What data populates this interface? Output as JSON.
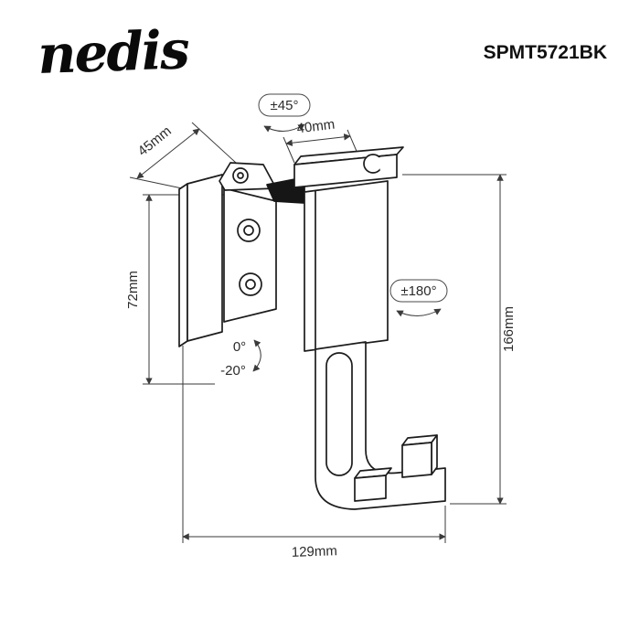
{
  "header": {
    "brand": "nedis",
    "product_code": "SPMT5721BK"
  },
  "drawing": {
    "labels": {
      "swivel_angle": "±45°",
      "hook_width": "40mm",
      "mount_depth": "45mm",
      "plate_height": "72mm",
      "rotation_angle": "±180°",
      "bracket_height": "166mm",
      "tilt_zero": "0°",
      "tilt_down": "-20°",
      "base_width": "129mm"
    }
  }
}
